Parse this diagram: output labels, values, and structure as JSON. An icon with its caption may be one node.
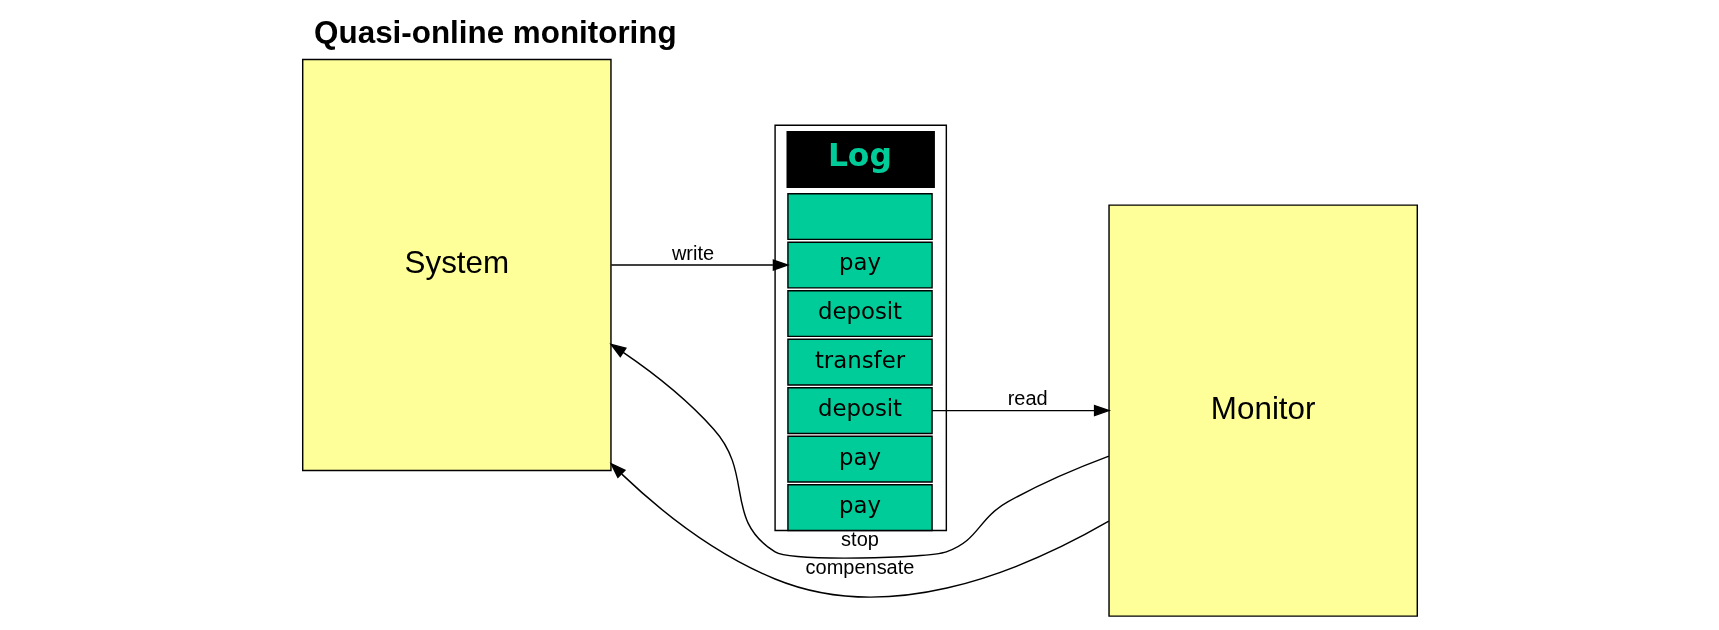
{
  "diagram": {
    "title": "Quasi-online monitoring",
    "nodes": [
      {
        "text": [
          "System"
        ]
      },
      {
        "text": [
          "Log"
        ]
      },
      {
        "text": [
          "pay"
        ],
        "in": 1
      },
      {
        "text": [
          "pay"
        ],
        "in": 1
      },
      {
        "text": [
          "deposit"
        ],
        "in": 1
      },
      {
        "text": [
          "transfer"
        ],
        "in": 1
      },
      {
        "text": [
          "deposit"
        ],
        "in": 1
      },
      {
        "text": [
          "pay"
        ],
        "in": 1
      },
      {
        "text": [],
        "shape": "box",
        "in": 1
      },
      {
        "text": [
          "Monitor"
        ]
      }
    ],
    "edges": [
      {
        "from": 0,
        "to": 7,
        "arrow": "to",
        "label": "write"
      },
      {
        "from": 4,
        "to": 9,
        "arrow": "to",
        "label": "read"
      },
      {
        "from": 9,
        "to": 0,
        "arrow": "to",
        "label": "stop"
      },
      {
        "from": 9,
        "to": 0,
        "arrow": "to",
        "label": "compensate"
      }
    ]
  }
}
